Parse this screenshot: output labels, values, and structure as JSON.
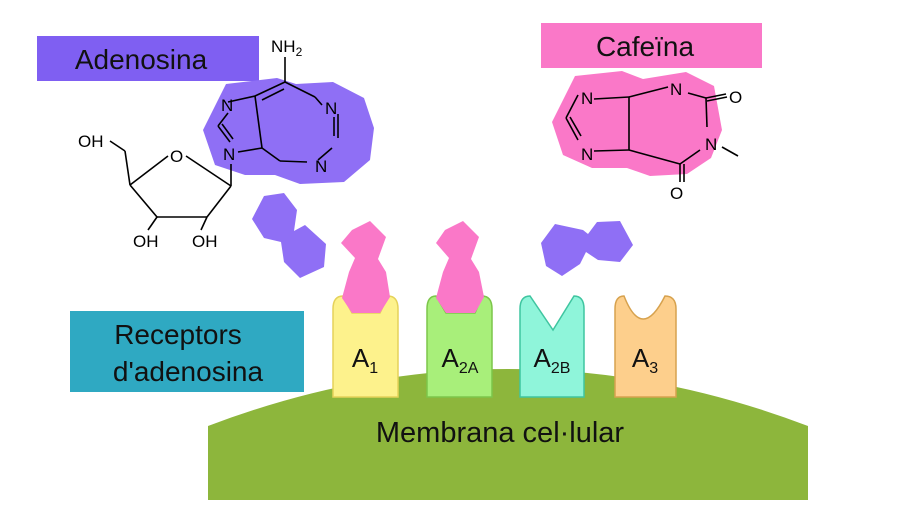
{
  "labels": {
    "adenosine": "Adenosina",
    "caffeine": "Cafeïna",
    "receptors_line1": "Receptors",
    "receptors_line2": "d'adenosina",
    "membrane": "Membrana cel·lular"
  },
  "adenosine_atoms": {
    "nh2": "NH",
    "nh2_sub": "2",
    "n7": "N",
    "n9": "N",
    "n1": "N",
    "n3": "N",
    "ring_o": "O",
    "oh5": "OH",
    "oh3": "OH",
    "oh2": "OH"
  },
  "caffeine_atoms": {
    "n7": "N",
    "n9": "N",
    "n1": "N",
    "n3": "N",
    "o_top": "O",
    "o_bottom": "O"
  },
  "receptors": [
    {
      "main": "A",
      "sub": "1"
    },
    {
      "main": "A",
      "sub": "2A"
    },
    {
      "main": "A",
      "sub": "2B"
    },
    {
      "main": "A",
      "sub": "3"
    }
  ],
  "colors": {
    "adenosine": "#7f5ff2",
    "caffeine": "#fa78c8",
    "receptors_box": "#2fa9c2",
    "membrane": "#8db63c",
    "a1": "#fdf28c",
    "a2a": "#a8ef7a",
    "a2b": "#8ff5da",
    "a3": "#fdcf8c"
  }
}
